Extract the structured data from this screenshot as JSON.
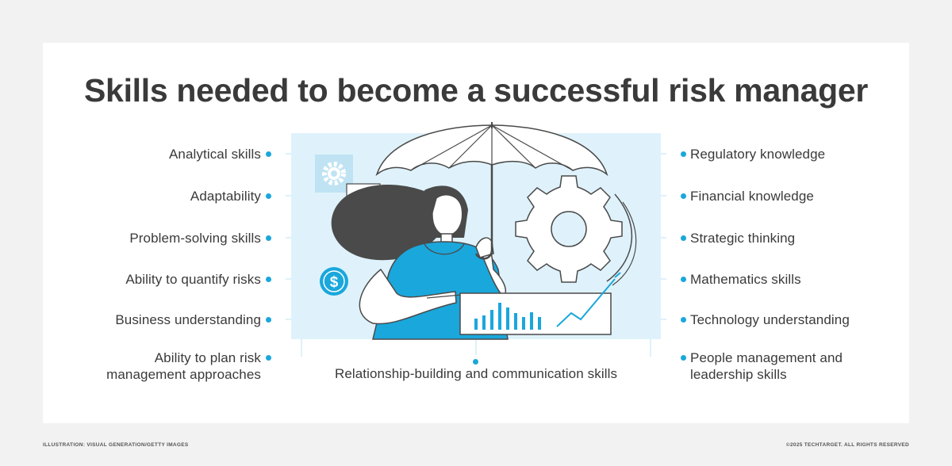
{
  "title": "Skills needed to become a successful risk manager",
  "left_skills": [
    "Analytical skills",
    "Adaptability",
    "Problem-solving skills",
    "Ability to quantify risks",
    "Business understanding",
    "Ability to plan risk management approaches"
  ],
  "left_last_lines": [
    "Ability to plan risk",
    "management approaches"
  ],
  "right_skills": [
    "Regulatory knowledge",
    "Financial knowledge",
    "Strategic thinking",
    "Mathematics skills",
    "Technology understanding"
  ],
  "right_last_lines": [
    "People management and",
    "leadership skills"
  ],
  "bottom_skill": "Relationship-building and communication skills",
  "credit": "ILLUSTRATION: VISUAL GENERATION/GETTY IMAGES",
  "copyright": "©2025 TECHTARGET. ALL RIGHTS RESERVED",
  "colors": {
    "accent": "#1aa7dc",
    "panel": "#dff2fb",
    "dark": "#4a4a4a",
    "title": "#3a3a3a"
  },
  "icons": [
    "gear-icon",
    "dollar-icon",
    "umbrella-icon",
    "bar-chart-icon",
    "trend-line-icon",
    "chat-bubble-icon"
  ]
}
